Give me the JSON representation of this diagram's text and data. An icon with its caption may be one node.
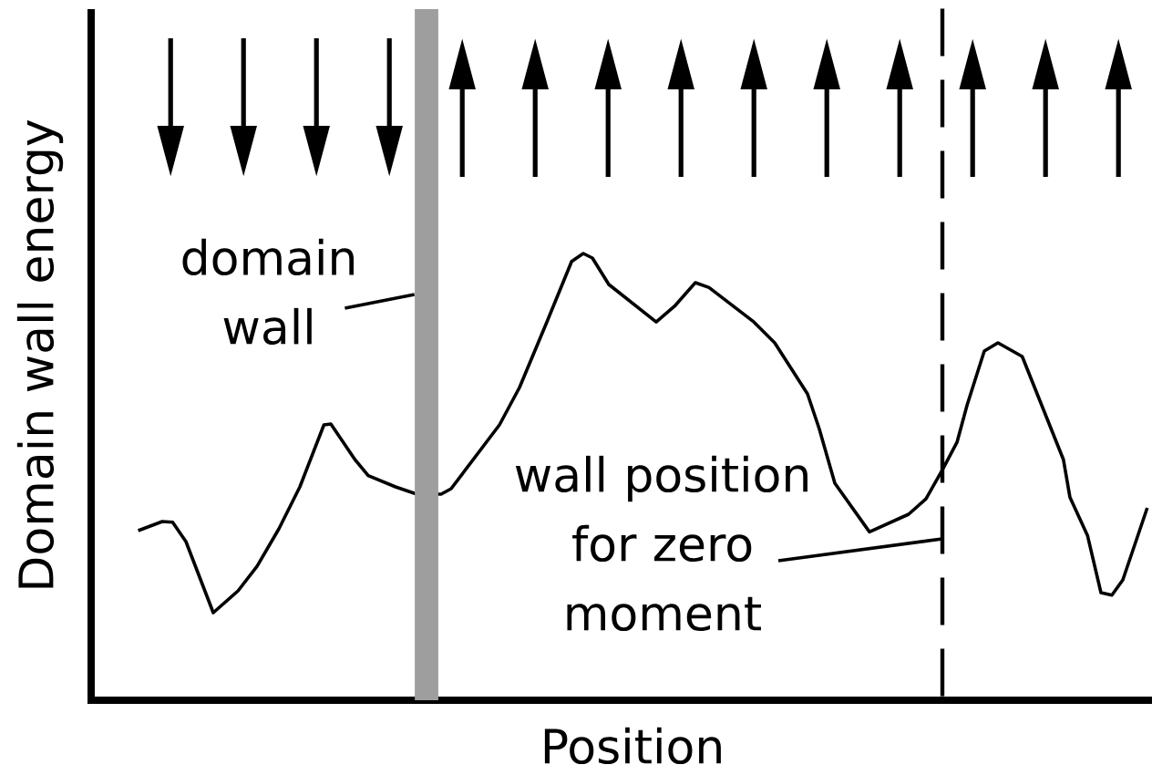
{
  "diagram": {
    "nodes": [
      {
        "text": [
          "domain wall"
        ]
      },
      {
        "text": [],
        "shape": "bar"
      },
      {
        "text": [
          "wall position for zero moment"
        ]
      },
      {
        "text": [],
        "shape": "line"
      }
    ],
    "edges": [
      {
        "from": 0,
        "to": 1,
        "arrow": "none"
      },
      {
        "from": 2,
        "to": 3,
        "arrow": "none"
      }
    ],
    "labels": [
      "Domain wall energy",
      "Position"
    ]
  }
}
